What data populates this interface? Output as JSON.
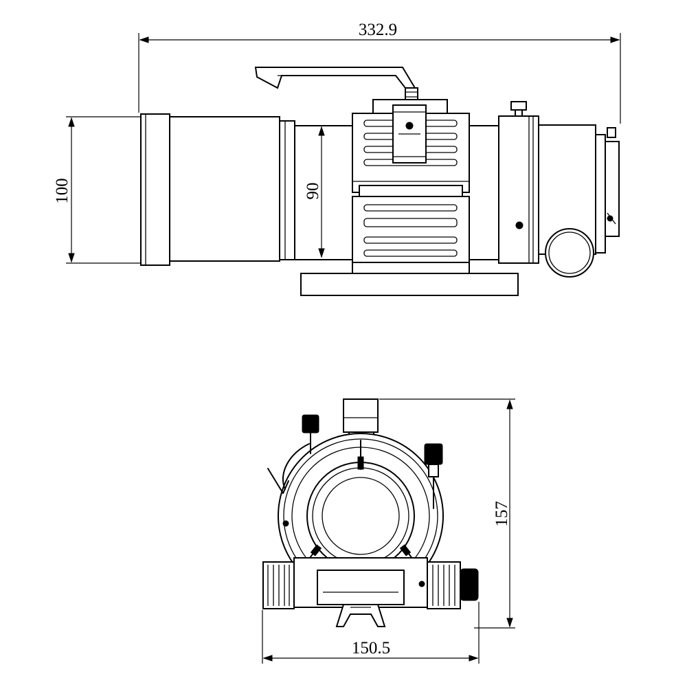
{
  "dimensions": {
    "total_length": "332.9",
    "tube_diameter": "100",
    "inner_tube_diameter": "90",
    "total_height": "157",
    "total_width": "150.5"
  }
}
